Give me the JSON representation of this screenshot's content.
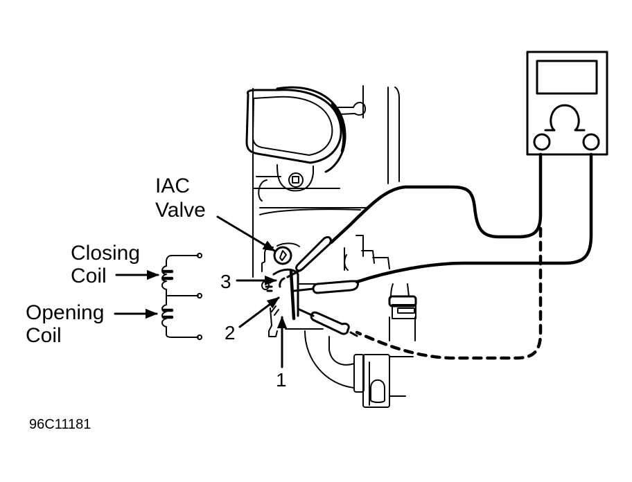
{
  "diagram": {
    "labels": {
      "iac_valve_line1": "IAC",
      "iac_valve_line2": "Valve",
      "closing_coil_line1": "Closing",
      "closing_coil_line2": "Coil",
      "opening_coil_line1": "Opening",
      "opening_coil_line2": "Coil",
      "terminal_1": "1",
      "terminal_2": "2",
      "terminal_3": "3",
      "figure_code": "96C11181"
    },
    "meter": {
      "symbol": "Ω",
      "function": "ohmmeter"
    },
    "colors": {
      "ink": "#000000",
      "paper": "#ffffff"
    }
  }
}
